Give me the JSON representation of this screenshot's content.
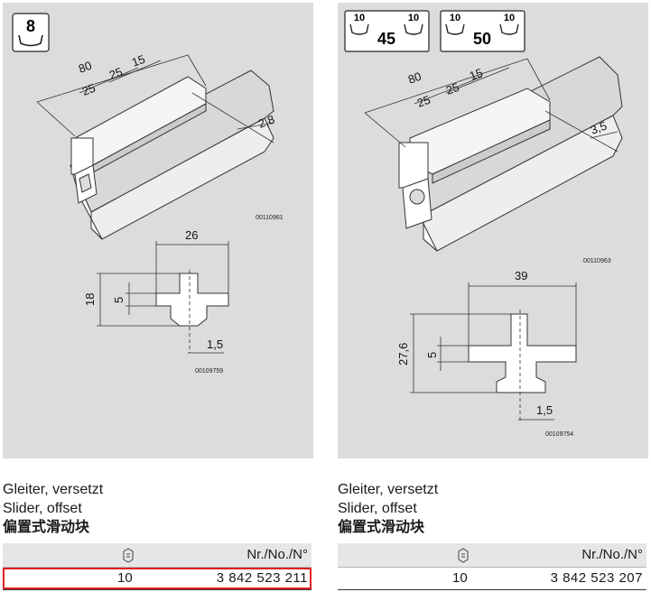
{
  "left": {
    "icon_label": "8",
    "drawing_dims": {
      "d80": "80",
      "d25a": "25",
      "d25b": "25",
      "d15": "15",
      "d28": "2,8"
    },
    "iso_code": "00110961",
    "section_dims": {
      "w": "26",
      "h": "18",
      "h5": "5",
      "t": "1,5"
    },
    "section_code": "00109759",
    "title_de": "Gleiter, versetzt",
    "title_en": "Slider, offset",
    "title_zh": "偏置式滑动块",
    "table": {
      "col_number": "Nr./No./N°",
      "rows": [
        {
          "qty": "10",
          "number": "3 842 523 211",
          "selected": true
        }
      ]
    }
  },
  "right": {
    "icon1": {
      "left": "10",
      "right": "10",
      "size": "45"
    },
    "icon2": {
      "left": "10",
      "right": "10",
      "size": "50"
    },
    "drawing_dims": {
      "d80": "80",
      "d25a": "25",
      "d25b": "25",
      "d15": "15",
      "d35": "3,5"
    },
    "iso_code": "00110963",
    "section_dims": {
      "w": "39",
      "h": "27,6",
      "h5": "5",
      "t": "1,5"
    },
    "section_code": "00109754",
    "title_de": "Gleiter, versetzt",
    "title_en": "Slider, offset",
    "title_zh": "偏置式滑动块",
    "table": {
      "col_number": "Nr./No./N°",
      "rows": [
        {
          "qty": "10",
          "number": "3 842 523 207",
          "selected": false
        }
      ]
    }
  }
}
